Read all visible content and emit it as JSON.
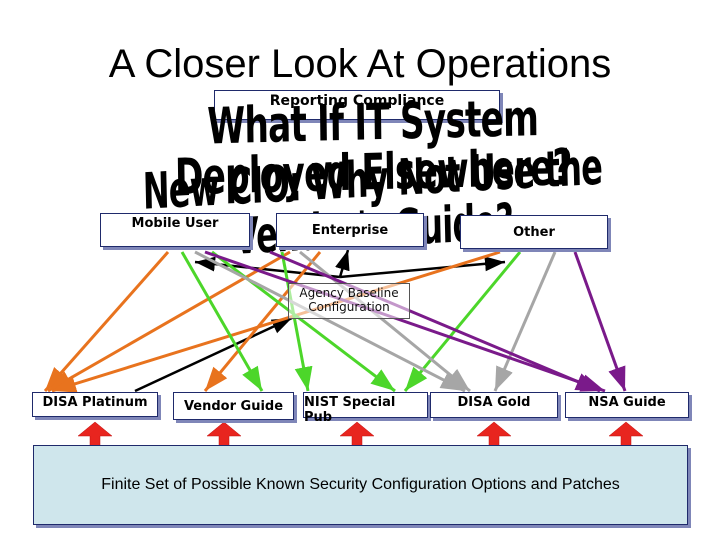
{
  "title": "A Closer Look At Operations",
  "reporting": "Reporting Compliance",
  "banners": [
    "What If IT System Deployed Elsewhere?",
    "New CIO: Why Not Use the Vendor's Guide?"
  ],
  "top_nodes": [
    "Mobile User",
    "Enterprise",
    "Other"
  ],
  "center_node": "Agency Baseline Configuration",
  "bottom_nodes": [
    "DISA Platinum",
    "Vendor Guide",
    "NIST Special Pub",
    "DISA Gold",
    "NSA Guide"
  ],
  "base": "Finite Set of Possible Known Security Configuration Options and Patches",
  "colors": {
    "arrow_up": "#e8251f",
    "orange": "#e8731e",
    "green": "#4cd62a",
    "gray": "#a6a6a6",
    "purple": "#7a1a8a",
    "black": "#000000",
    "base_fill": "#cfe6ec"
  }
}
